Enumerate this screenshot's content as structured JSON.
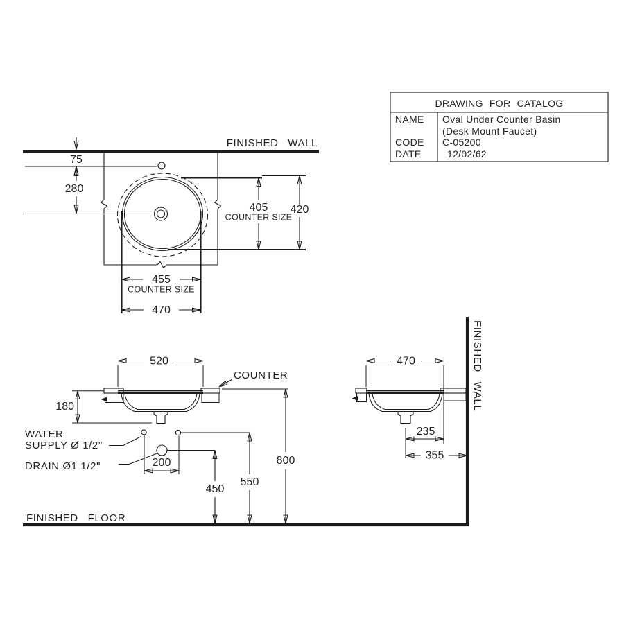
{
  "drawing": {
    "title_block": {
      "title": "DRAWING FOR CATALOG",
      "rows": [
        {
          "label": "NAME",
          "value": "Oval Under Counter Basin",
          "value_line2": "(Desk Mount Faucet)"
        },
        {
          "label": "CODE",
          "value": "C-05200"
        },
        {
          "label": "DATE",
          "value": "12/02/62"
        }
      ]
    },
    "labels": {
      "finished_wall_top": "FINISHED WALL",
      "finished_wall_side": "FINISHED WALL",
      "finished_floor": "FINISHED FLOOR",
      "counter": "COUNTER",
      "counter_size_plan_v": "COUNTER SIZE",
      "counter_size_plan_h": "COUNTER SIZE",
      "water_supply_line1": "WATER",
      "water_supply_line2": "SUPPLY Ø 1/2\"",
      "drain": "DRAIN Ø1 1/2\""
    },
    "dimensions": {
      "top_view": {
        "wall_to_faucet": "75",
        "faucet_to_center": "280",
        "counter_cutout_depth": "405",
        "basin_depth": "420",
        "counter_cutout_width": "455",
        "basin_width": "470"
      },
      "front_view": {
        "overall_width": "520",
        "basin_height": "180",
        "supply_spacing": "200",
        "drain_height": "450",
        "supply_height": "550",
        "counter_height": "800"
      },
      "side_view": {
        "basin_length": "470",
        "drain_to_front": "235",
        "drain_to_wall": "355"
      }
    },
    "colors": {
      "line": "#1c1c1c",
      "text": "#242424",
      "background": "#ffffff"
    }
  }
}
